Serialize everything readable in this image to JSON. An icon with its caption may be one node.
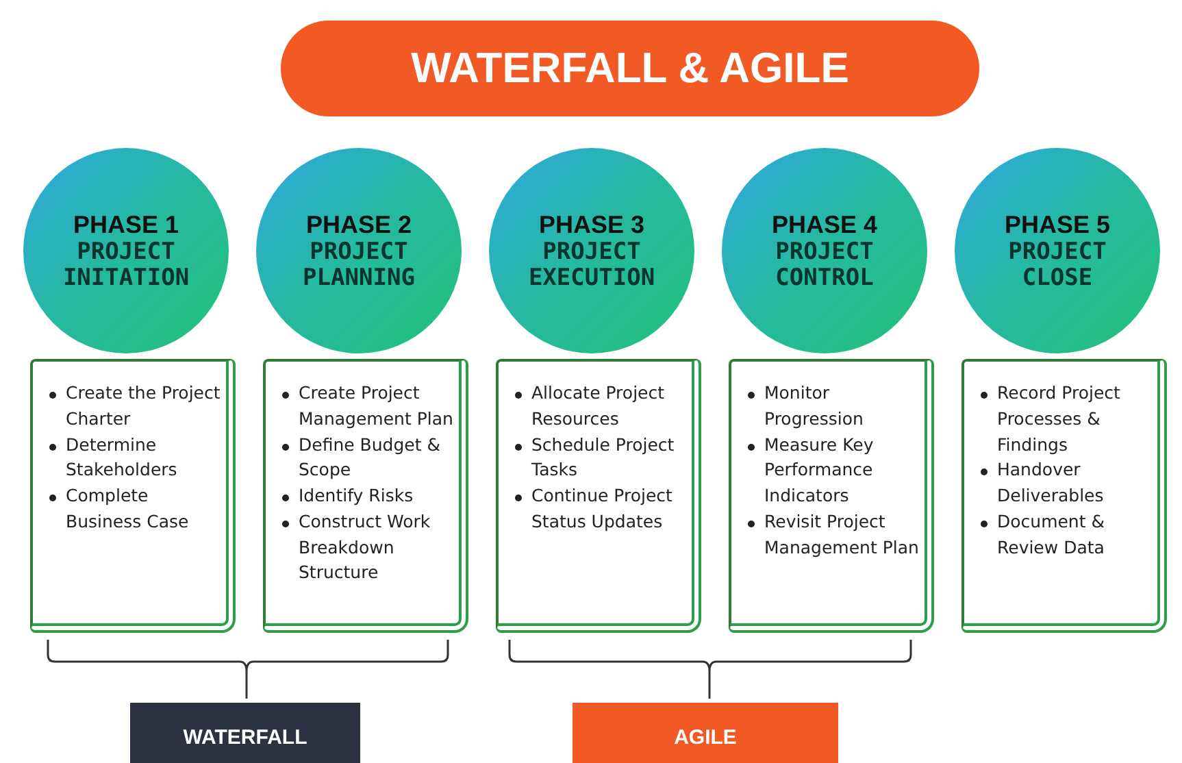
{
  "diagram": {
    "title": "WATERFALL & AGILE",
    "nodes": [
      {
        "text": [
          "PHASE 1",
          "PROJECT INITATION"
        ]
      },
      {
        "text": [
          "Create the Project Charter",
          "Determine Stakeholders",
          "Complete Business Case"
        ]
      },
      {
        "text": [
          "PHASE 2",
          "PROJECT PLANNING"
        ]
      },
      {
        "text": [
          "Create Project Management Plan",
          "Define Budget & Scope",
          "Identify Risks",
          "Construct Work Breakdown Structure"
        ]
      },
      {
        "text": [
          "PHASE 3",
          "PROJECT EXECUTION"
        ]
      },
      {
        "text": [
          "Allocate Project Resources",
          "Schedule Project Tasks",
          "Continue Project Status Updates"
        ]
      },
      {
        "text": [
          "PHASE 4",
          "PROJECT CONTROL"
        ]
      },
      {
        "text": [
          "Monitor Progression",
          "Measure Key Performance Indicators",
          "Revisit Project Management Plan"
        ]
      },
      {
        "text": [
          "PHASE 5",
          "PROJECT CLOSE"
        ]
      },
      {
        "text": [
          "Record Project Processes & Findings",
          "Handover Deliverables",
          "Document & Review Data"
        ]
      },
      {
        "text": [
          "WATERFALL"
        ]
      },
      {
        "text": [
          "AGILE"
        ]
      }
    ],
    "edges": []
  }
}
